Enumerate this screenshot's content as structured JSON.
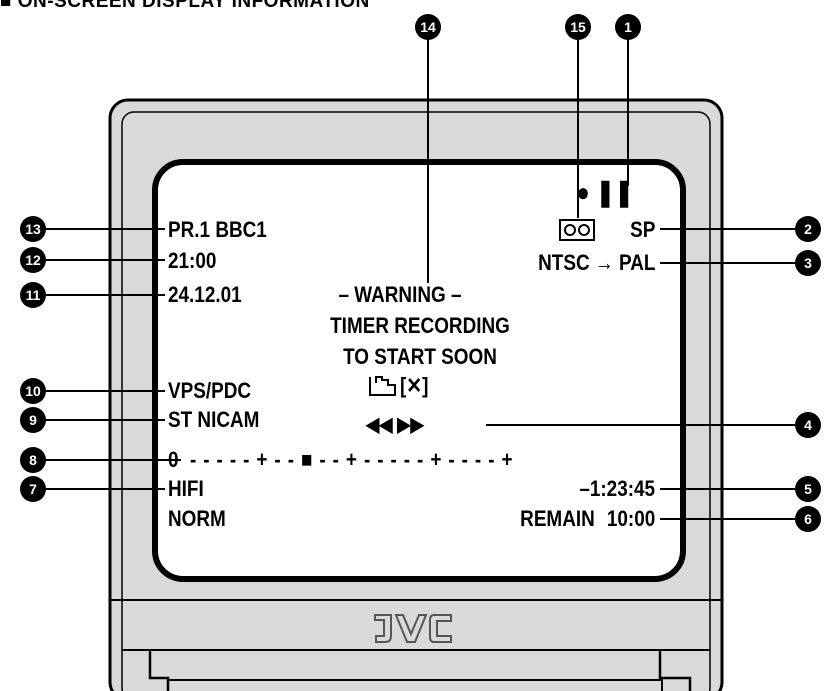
{
  "page_title": "■ ON-SCREEN DISPLAY INFORMATION",
  "brand_logo": "JVC",
  "osd": {
    "rec_pause_symbol": "● ❚❚",
    "tape_speed": "SP",
    "channel": "PR.1 BBC1",
    "time": "21:00",
    "colour_system": "NTSC → PAL",
    "date": "24.12.01",
    "warning_line1": "– WARNING –",
    "warning_line2": "TIMER RECORDING",
    "warning_line3": "TO START SOON",
    "vps_pdc": "VPS/PDC",
    "timer_symbol_x": "[✕]",
    "stereo_mode": "ST NICAM",
    "transport_arrows": "◀◀ ▶▶",
    "counter_scale_zero": "0",
    "counter_scale_marks": "- - - - - + - - ■ - - + - - - - - + - - - - +",
    "audio_mode": "HIFI",
    "counter_time": "–1:23:45",
    "audio_output": "NORM",
    "remain_label": "REMAIN",
    "remain_time": "10:00"
  },
  "callouts": {
    "c1": "1",
    "c2": "2",
    "c3": "3",
    "c4": "4",
    "c5": "5",
    "c6": "6",
    "c7": "7",
    "c8": "8",
    "c9": "9",
    "c10": "10",
    "c11": "11",
    "c12": "12",
    "c13": "13",
    "c14": "14",
    "c15": "15"
  }
}
